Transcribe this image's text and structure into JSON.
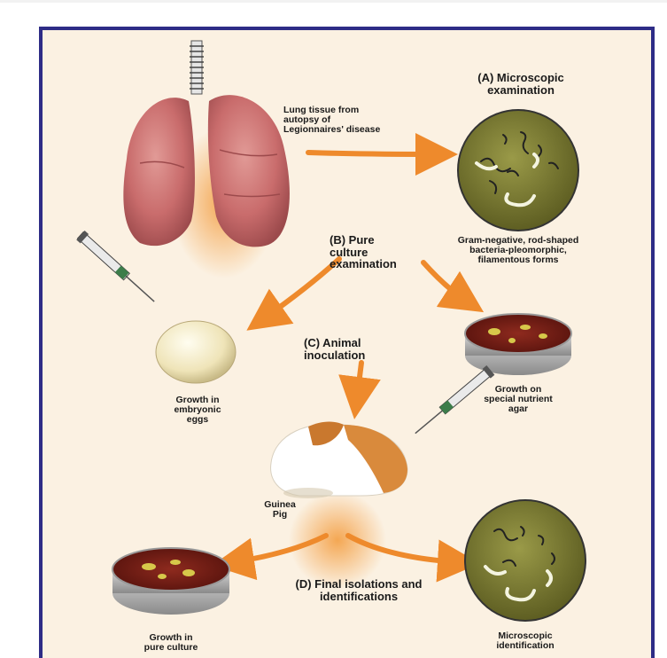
{
  "labels": {
    "lung_tissue": "Lung tissue from\nautopsy of\nLegionnaires' disease",
    "step_a": "(A) Microscopic\nexamination",
    "gram_negative": "Gram-negative, rod-shaped\nbacteria-pleomorphic,\nfilamentous forms",
    "step_b": "(B) Pure\nculture\nexamination",
    "step_c": "(C) Animal\ninoculation",
    "growth_eggs": "Growth in\nembryonic\neggs",
    "growth_agar": "Growth on\nspecial nutrient\nagar",
    "guinea_pig": "Guinea\nPig",
    "step_d": "(D) Final isolations and\nidentifications",
    "growth_pure": "Growth in\npure culture",
    "microscopic_id": "Microscopic\nidentification"
  },
  "colors": {
    "frame_border": "#2e2c86",
    "background": "#fbf1e2",
    "arrow": "#ee8a2c",
    "lung": "#c96c6c",
    "microscope_field": "#7e7e32",
    "agar": "#7a1f16"
  }
}
